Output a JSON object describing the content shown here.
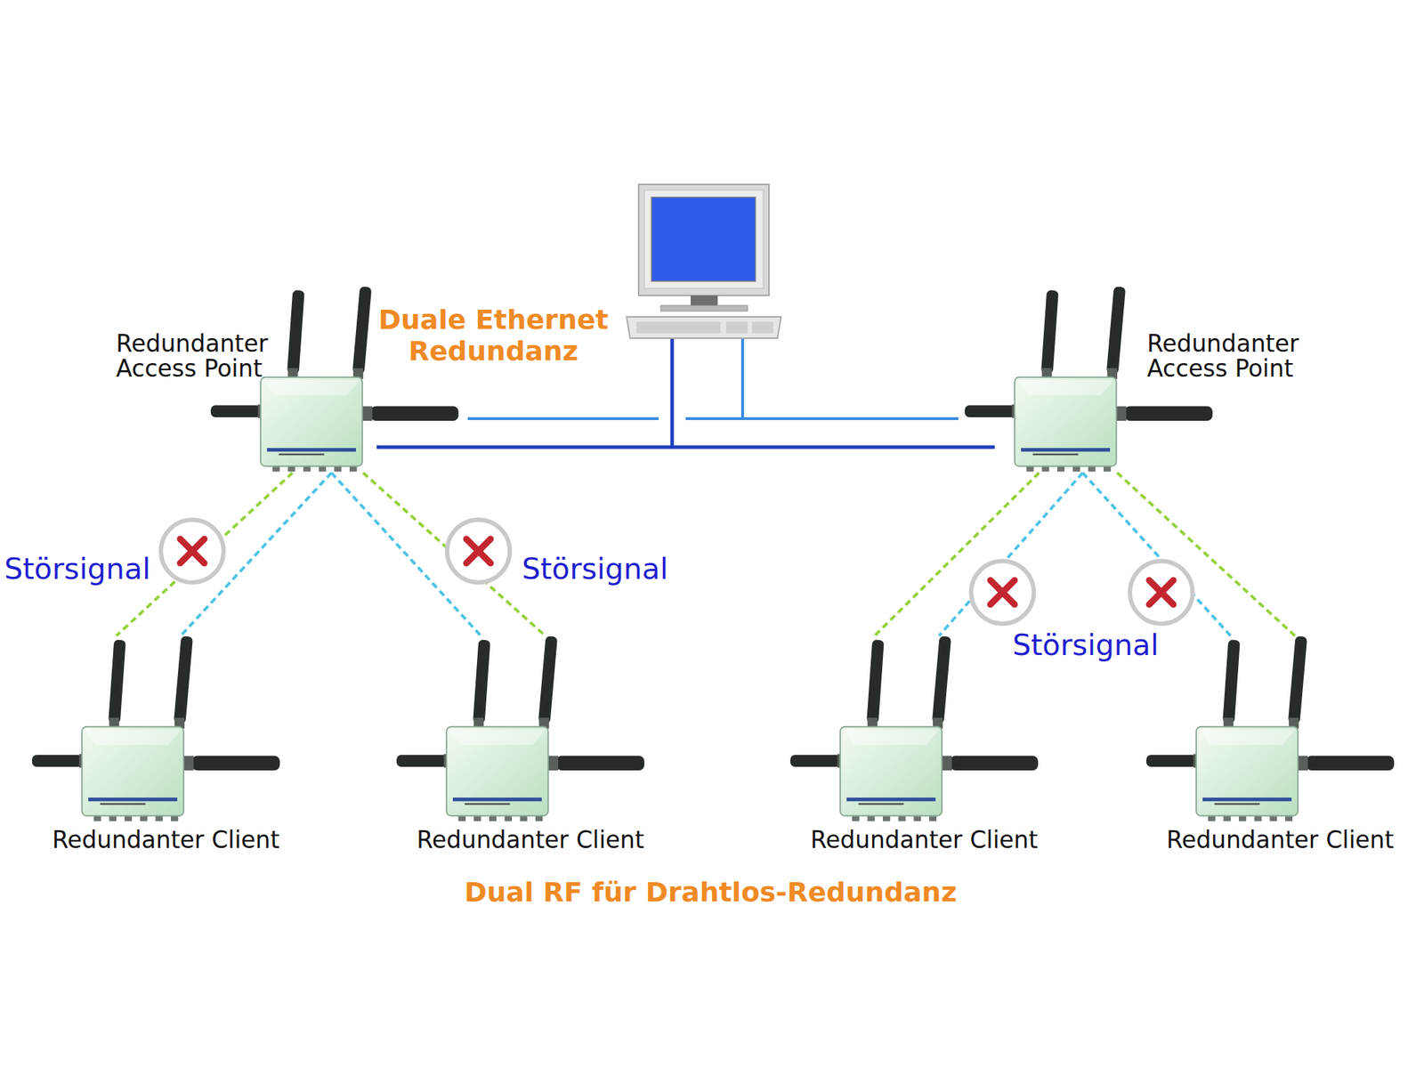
{
  "diagram": {
    "nodes": [
      {
        "text": [
          "Redundanter Access Point"
        ]
      },
      {
        "text": [
          "Redundanter Access Point"
        ]
      },
      {
        "text": [
          "Redundanter Client"
        ]
      },
      {
        "text": [
          "Redundanter Client"
        ]
      },
      {
        "text": [
          "Redundanter Client"
        ]
      },
      {
        "text": [
          "Redundanter Client"
        ]
      }
    ],
    "edges": [
      {
        "from": 0,
        "to": 2,
        "arrow": "none"
      },
      {
        "from": 0,
        "to": 2,
        "arrow": "none"
      },
      {
        "from": 0,
        "to": 3,
        "arrow": "none"
      },
      {
        "from": 0,
        "to": 3,
        "arrow": "none"
      },
      {
        "from": 1,
        "to": 4,
        "arrow": "none"
      },
      {
        "from": 1,
        "to": 4,
        "arrow": "none"
      },
      {
        "from": 1,
        "to": 5,
        "arrow": "none"
      },
      {
        "from": 1,
        "to": 5,
        "arrow": "none"
      }
    ],
    "labels": [
      "Duale Ethernet Redundanz",
      "Störsignal",
      "Störsignal",
      "Störsignal",
      "Dual RF für Drahtlos-Redundanz"
    ]
  }
}
